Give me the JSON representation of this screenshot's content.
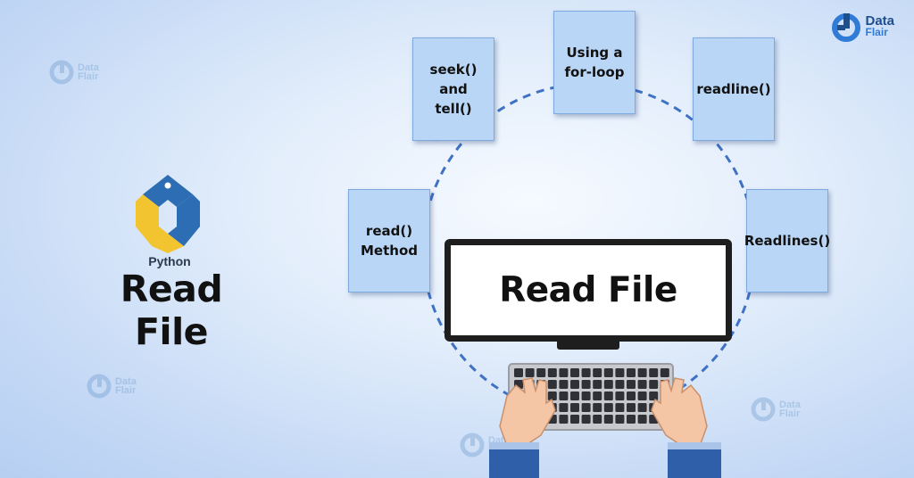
{
  "brand": {
    "line1": "Data",
    "line2": "Flair",
    "accent": "#2f7bd6",
    "dark": "#1f4e8c"
  },
  "left_panel": {
    "logo_label": "Python",
    "title": "Read File"
  },
  "monitor": {
    "title": "Read File"
  },
  "methods": [
    {
      "label": "seek()\nand\ntell()"
    },
    {
      "label": "Using a\nfor-loop"
    },
    {
      "label": "readline()"
    },
    {
      "label": "read()\nMethod"
    },
    {
      "label": "Readlines()"
    }
  ],
  "colors": {
    "card": "#b9d6f6",
    "dash": "#3f72c4",
    "python_blue": "#2d6db3",
    "python_yellow": "#f2c430"
  }
}
